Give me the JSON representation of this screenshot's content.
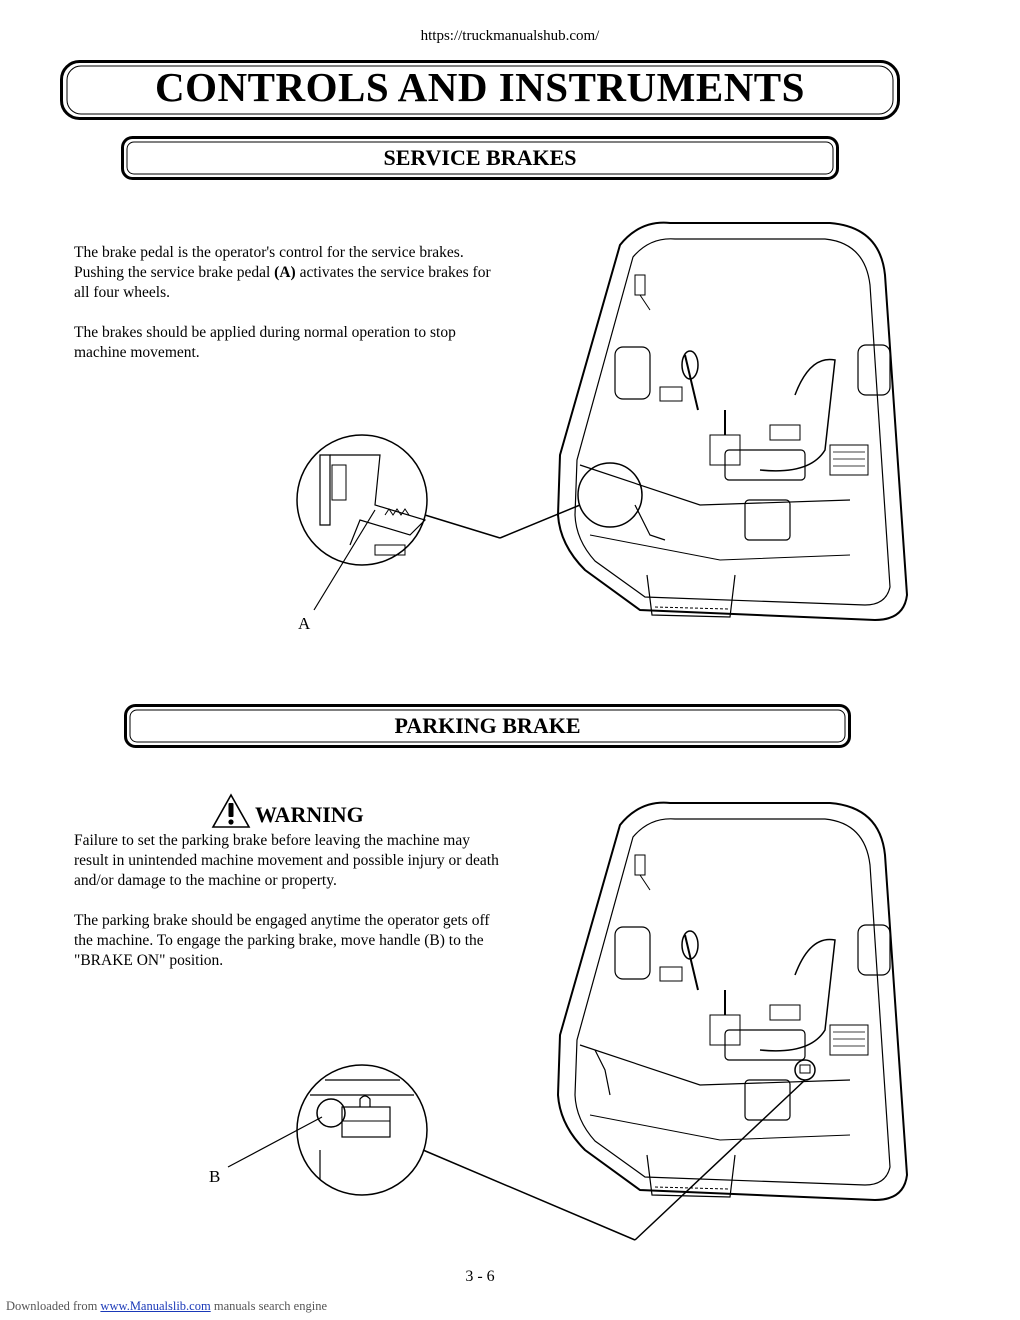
{
  "header": {
    "url": "https://truckmanualshub.com/"
  },
  "page_title": "CONTROLS AND INSTRUMENTS",
  "service_brakes": {
    "heading": "SERVICE BRAKES",
    "para1_a": "The brake pedal is the operator's control for the service brakes. Pushing the service brake pedal ",
    "para1_bold": "(A)",
    "para1_b": " activates the service brakes for all four wheels.",
    "para2": "The brakes should be applied during normal operation to stop machine movement.",
    "callout_label": "A"
  },
  "parking_brake": {
    "heading": "PARKING BRAKE",
    "warning_title": "WARNING",
    "warning_text": "Failure to set the parking brake before leaving the machine may result in unintended machine movement and possible injury or death and/or damage to the machine or property.",
    "para": "The parking brake should be engaged anytime the operator gets off the machine. To engage the parking brake, move handle (B) to the \"BRAKE ON\" position.",
    "callout_label": "B"
  },
  "page_number": "3 - 6",
  "footer": {
    "prefix": "Downloaded from ",
    "link": "www.Manualslib.com",
    "suffix": "  manuals search engine"
  }
}
